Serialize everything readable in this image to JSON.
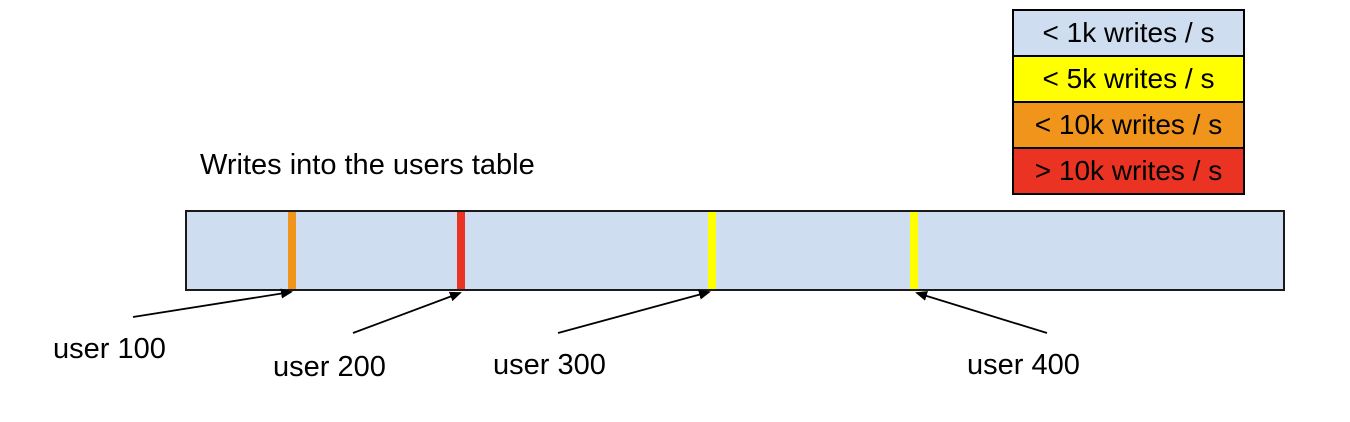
{
  "title": "Writes into the users table",
  "legend": {
    "items": [
      {
        "label": "< 1k writes / s",
        "color": "#cfddf0"
      },
      {
        "label": "< 5k writes / s",
        "color": "#ffff00"
      },
      {
        "label": "< 10k writes / s",
        "color": "#f0941c"
      },
      {
        "label": "> 10k writes / s",
        "color": "#ea3323"
      }
    ]
  },
  "bar": {
    "fill": "#cfddf0",
    "border_color": "#1a1a1a",
    "markers": [
      {
        "user": "user 100",
        "color": "#f0941c",
        "rate": "< 10k writes / s"
      },
      {
        "user": "user 200",
        "color": "#ea3323",
        "rate": "> 10k writes / s"
      },
      {
        "user": "user 300",
        "color": "#ffff00",
        "rate": "< 5k writes / s"
      },
      {
        "user": "user 400",
        "color": "#ffff00",
        "rate": "< 5k writes / s"
      }
    ]
  }
}
